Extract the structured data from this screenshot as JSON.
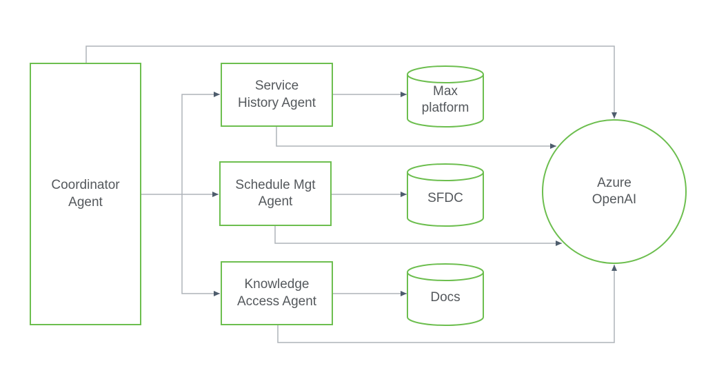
{
  "colors": {
    "node_stroke": "#6cbe4e",
    "connector_line": "#aeb3b9",
    "arrowhead": "#4e5d6d",
    "text": "#54585c",
    "background": "#ffffff"
  },
  "nodes": {
    "coordinator": {
      "label": "Coordinator\nAgent"
    },
    "service_history": {
      "label": "Service\nHistory Agent"
    },
    "schedule_mgt": {
      "label": "Schedule Mgt\nAgent"
    },
    "knowledge_access": {
      "label": "Knowledge\nAccess Agent"
    },
    "max_platform": {
      "label": "Max\nplatform"
    },
    "sfdc": {
      "label": "SFDC"
    },
    "docs": {
      "label": "Docs"
    },
    "azure_openai": {
      "label": "Azure\nOpenAI"
    }
  },
  "edges": [
    {
      "from": "Coordinator Agent",
      "to": "Azure OpenAI"
    },
    {
      "from": "Coordinator Agent",
      "to": "Service History Agent"
    },
    {
      "from": "Coordinator Agent",
      "to": "Schedule Mgt Agent"
    },
    {
      "from": "Coordinator Agent",
      "to": "Knowledge Access Agent"
    },
    {
      "from": "Service History Agent",
      "to": "Max platform"
    },
    {
      "from": "Schedule Mgt Agent",
      "to": "SFDC"
    },
    {
      "from": "Knowledge Access Agent",
      "to": "Docs"
    },
    {
      "from": "Service History Agent",
      "to": "Azure OpenAI"
    },
    {
      "from": "Schedule Mgt Agent",
      "to": "Azure OpenAI"
    },
    {
      "from": "Knowledge Access Agent",
      "to": "Azure OpenAI"
    }
  ]
}
